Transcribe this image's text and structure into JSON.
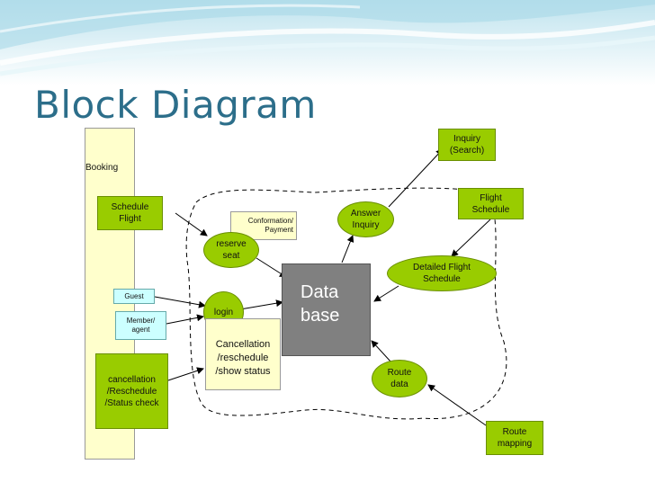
{
  "title": "Block Diagram",
  "nodes": {
    "booking": "Booking",
    "schedule_flight": "Schedule\nFlight",
    "guest": "Guest",
    "member_agent": "Member/\nagent",
    "cancellation_status": "cancellation\n/Reschedule\n/Status check",
    "confirmation_payment": "Conformation/\nPayment",
    "reserve_seat": "reserve\nseat",
    "login": "login",
    "cancellation_show": "Cancellation\n/reschedule\n/show status",
    "database": "Data\nbase",
    "answer_inquiry": "Answer\nInquiry",
    "inquiry_search": "Inquiry\n(Search)",
    "flight_schedule": "Flight\nSchedule",
    "detailed_flight_schedule": "Detailed Flight\nSchedule",
    "route_data": "Route\ndata",
    "route_mapping": "Route\nmapping"
  },
  "colors": {
    "title": "#2c6e8a",
    "green": "#99cc00",
    "booking_panel": "#ffffcc",
    "cyan": "#ccffff",
    "database": "#808080"
  }
}
